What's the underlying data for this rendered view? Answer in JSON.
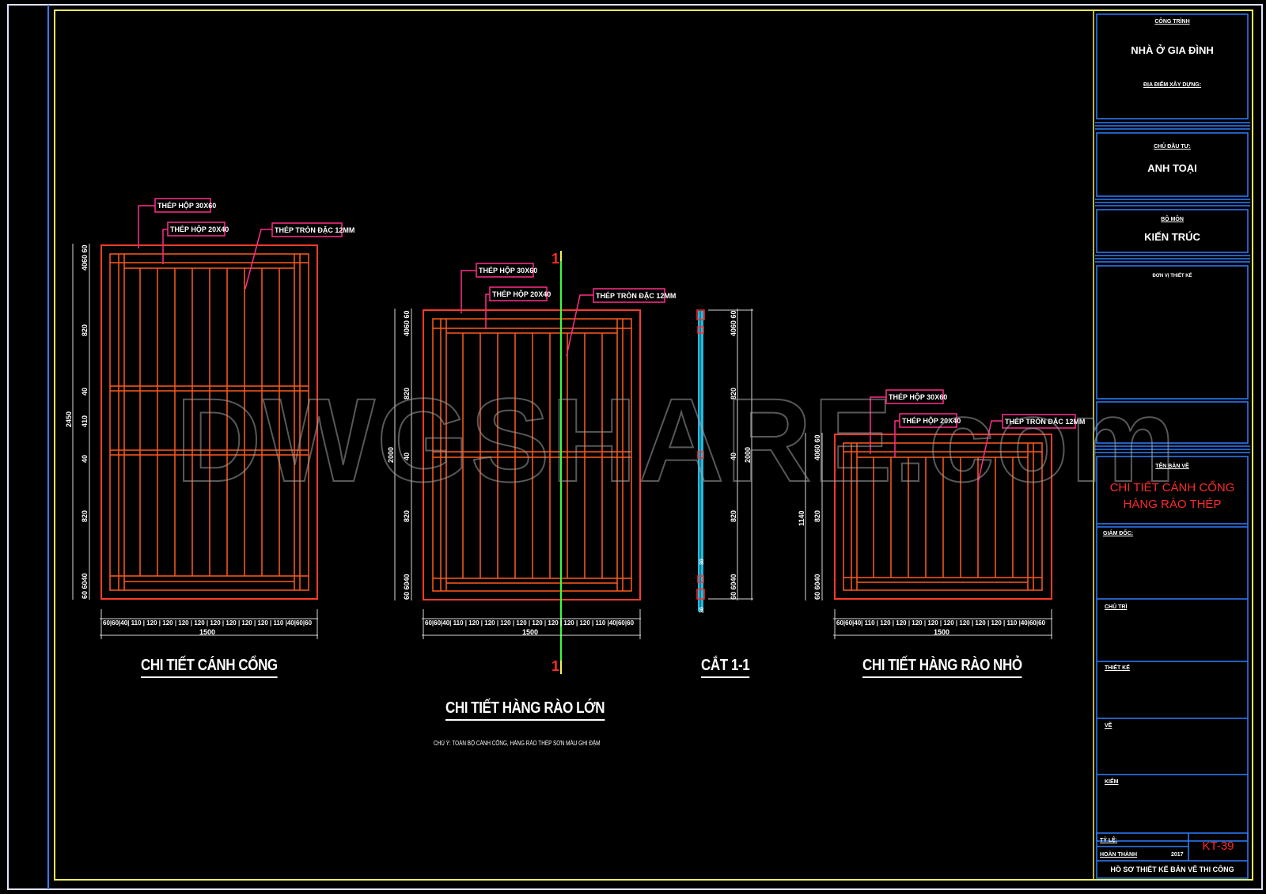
{
  "drawing": {
    "watermark": "DWGSHARE.com",
    "colors": {
      "background": "#000000",
      "frame_outer": "#ffffff",
      "frame_blue": "#2f7fff",
      "frame_yellow": "#f2f25a",
      "steel": "#ff5a1e",
      "steel_outer": "#ff3a2a",
      "leader": "#ff2d8a",
      "dimension": "#d8d8d8",
      "section_line": "#3cff3c",
      "section_cyan": "#2fd8ff",
      "title_red": "#ff2a2a"
    },
    "views": [
      {
        "id": "canh-cong",
        "title": "CHI TIẾT CÁNH CỔNG",
        "callouts": [
          "THÉP HỘP 30X60",
          "THÉP HỘP 20X40",
          "THÉP TRÒN ĐẶC 12MM"
        ],
        "width_total": "1500",
        "height_total": "2450",
        "width_dims": [
          "60",
          "60",
          "40",
          "110",
          "120",
          "120",
          "120",
          "120",
          "120",
          "120",
          "120",
          "120",
          "110",
          "40",
          "60",
          "60"
        ],
        "height_dims": [
          "60",
          "40",
          "60",
          "820",
          "40",
          "410",
          "40",
          "820",
          "60",
          "60",
          "40"
        ]
      },
      {
        "id": "hang-rao-lon",
        "title": "CHI TIẾT HÀNG RÀO LỚN",
        "callouts": [
          "THÉP HỘP 30X60",
          "THÉP HỘP 20X40",
          "THÉP TRÒN ĐẶC 12MM"
        ],
        "width_total": "1500",
        "height_total": "2000",
        "width_dims": [
          "60",
          "60",
          "40",
          "110",
          "120",
          "120",
          "120",
          "120",
          "120",
          "120",
          "120",
          "120",
          "110",
          "40",
          "60",
          "60"
        ],
        "height_dims": [
          "60",
          "40",
          "60",
          "820",
          "40",
          "820",
          "60",
          "60",
          "40"
        ],
        "section_marker": "1",
        "note": "CHÚ Ý: TOÀN BỘ CÁNH CỔNG, HÀNG RÀO THÉP SƠN MÀU GHI ĐẬM"
      },
      {
        "id": "cat-1-1",
        "title": "CẮT 1-1",
        "height_total": "2000",
        "height_dims": [
          "60",
          "40",
          "60",
          "820",
          "40",
          "820",
          "60",
          "60",
          "40"
        ],
        "side_dims": [
          "30",
          "30"
        ]
      },
      {
        "id": "hang-rao-nho",
        "title": "CHI TIẾT HÀNG RÀO NHỎ",
        "callouts": [
          "THÉP HỘP 30X60",
          "THÉP HỘP 20X40",
          "THÉP TRÒN ĐẶC 12MM"
        ],
        "width_total": "1500",
        "height_total": "1140",
        "width_dims": [
          "60",
          "60",
          "40",
          "110",
          "120",
          "120",
          "120",
          "120",
          "120",
          "120",
          "120",
          "120",
          "110",
          "40",
          "60",
          "60"
        ],
        "height_dims": [
          "40",
          "60",
          "60",
          "820",
          "60",
          "60",
          "40"
        ]
      }
    ]
  },
  "title_block": {
    "cong_trinh_label": "CÔNG TRÌNH",
    "cong_trinh_value": "NHÀ Ở GIA ĐÌNH",
    "dia_diem_label": "ĐỊA ĐIỂM XÂY DỰNG:",
    "chu_dau_tu_label": "CHỦ ĐẦU TƯ:",
    "chu_dau_tu_value": "ANH TOẠI",
    "bo_mon_label": "BỘ MÔN",
    "bo_mon_value": "KIẾN TRÚC",
    "don_vi_label": "ĐƠN VỊ THIẾT KẾ",
    "ten_ban_ve_label": "TÊN BẢN VẼ",
    "ten_ban_ve_line1": "CHI TIẾT CÁNH CỔNG",
    "ten_ban_ve_line2": "HÀNG RÀO THÉP",
    "giam_doc_label": "GIÁM ĐỐC:",
    "chu_tri_label": "CHỦ TRÌ",
    "thiet_ke_label": "THIẾT KẾ",
    "ve_label": "VẼ",
    "kiem_label": "KIỂM",
    "ty_le_label": "TỶ LỆ:",
    "hoan_thanh_label": "HOÀN THÀNH",
    "hoan_thanh_value": "2017",
    "sheet_number": "KT-39",
    "footer": "HỒ SƠ THIẾT KẾ BẢN VẼ THI CÔNG"
  }
}
